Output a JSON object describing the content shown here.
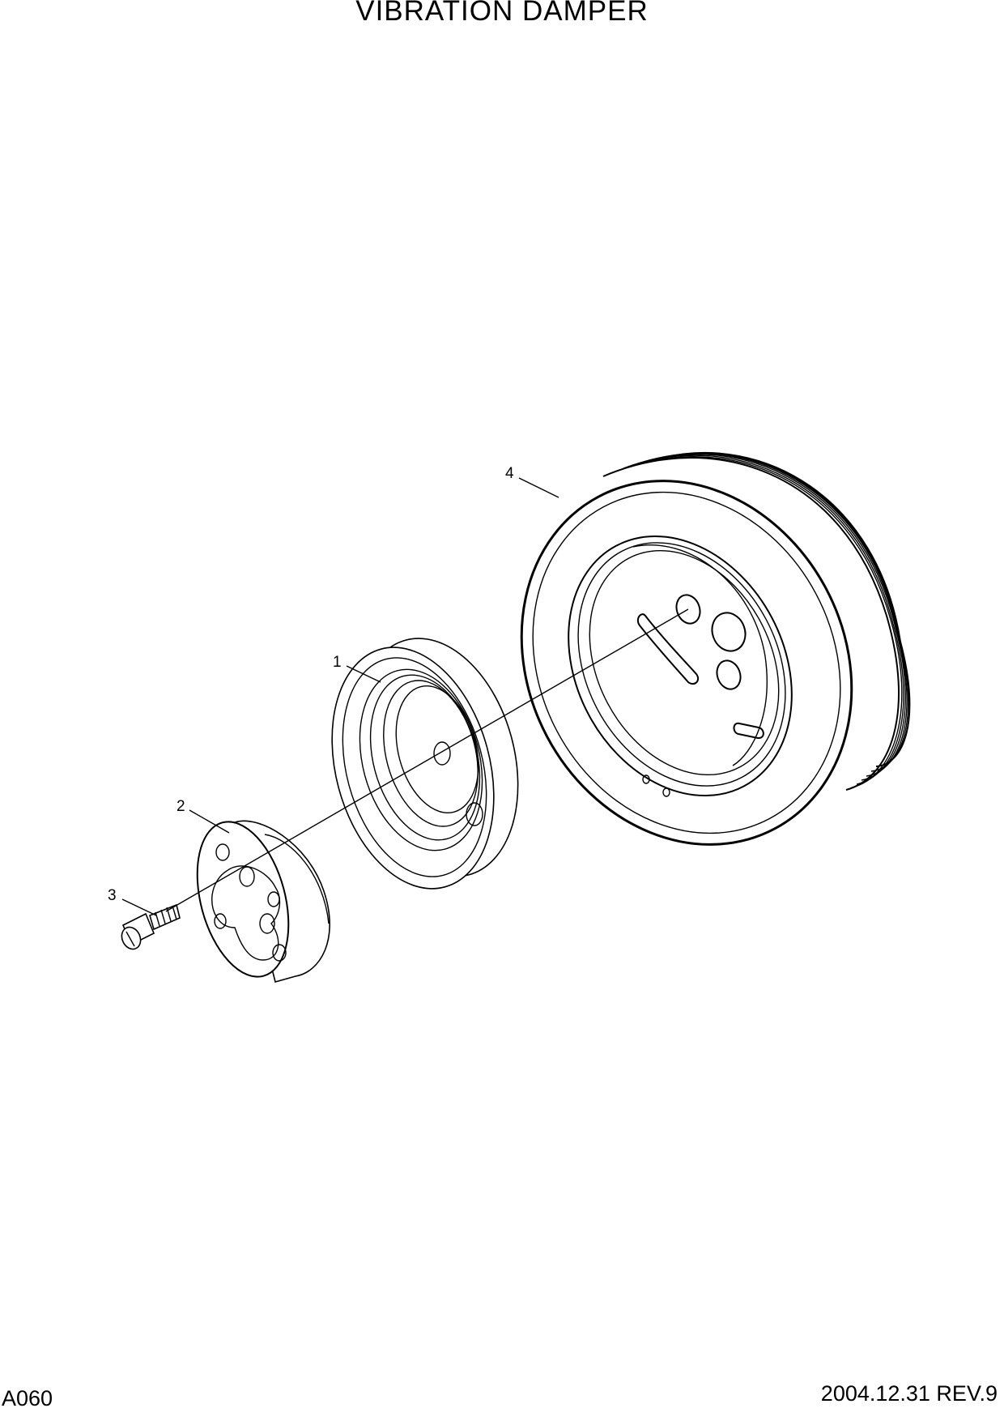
{
  "header": {
    "title": "VIBRATION DAMPER"
  },
  "footer": {
    "code": "A060",
    "revision": "2004.12.31 REV.9"
  },
  "callouts": [
    {
      "label": "1",
      "part": "pulley"
    },
    {
      "label": "2",
      "part": "spacer"
    },
    {
      "label": "3",
      "part": "bolt"
    },
    {
      "label": "4",
      "part": "vibration-damper"
    }
  ]
}
